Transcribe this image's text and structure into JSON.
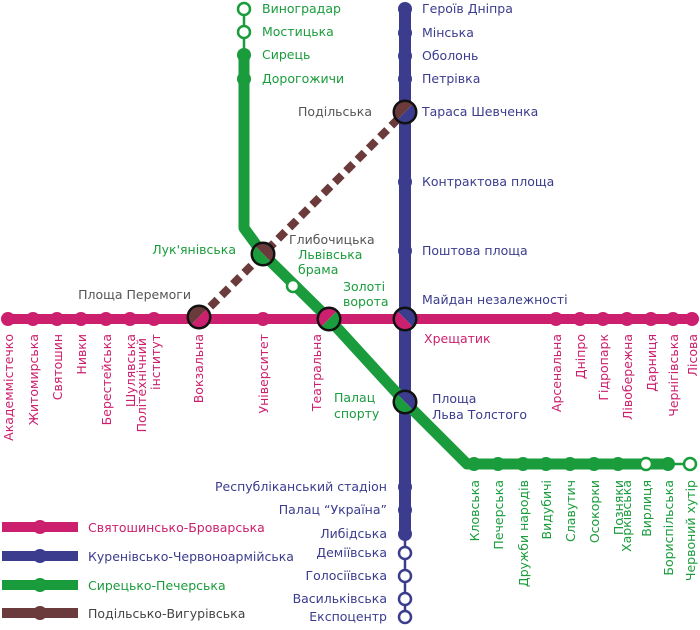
{
  "lines": [
    {
      "id": "red",
      "name": "Святошинсько-Броварська",
      "color": "#cc1f6e"
    },
    {
      "id": "blue",
      "name": "Куренівсько-Червоноармійська",
      "color": "#3b3c8d"
    },
    {
      "id": "green",
      "name": "Сирецько-Печерська",
      "color": "#1a9c3c"
    },
    {
      "id": "brown",
      "name": "Подільсько-Вигурівська",
      "color": "#6b3a3a"
    }
  ],
  "stations": {
    "red": [
      "Академмістечко",
      "Житомирська",
      "Святошин",
      "Нивки",
      "Берестейська",
      "Шулявська",
      "Політехнічний інститут",
      "Вокзальна",
      "Університет",
      "Театральна",
      "Хрещатик",
      "Арсенальна",
      "Дніпро",
      "Гідропарк",
      "Лівобережна",
      "Дарниця",
      "Чернігівська",
      "Лісова"
    ],
    "blue": [
      "Героїв Дніпра",
      "Мінська",
      "Оболонь",
      "Петрівка",
      "Тараса Шевченка",
      "Контрактова площа",
      "Поштова площа",
      "Майдан незалежності",
      "Площа Льва Толстого",
      "Республіканський стадіон",
      "Палац “Україна”",
      "Либідська",
      "Деміївська",
      "Голосіївська",
      "Васильківська",
      "Експоцентр"
    ],
    "green": [
      "Виноградар",
      "Мостицька",
      "Сирець",
      "Дорогожичи",
      "Лук'янівська",
      "Львівська брама",
      "Золоті ворота",
      "Палац спорту",
      "Кловська",
      "Печерська",
      "Дружби народів",
      "Видубичі",
      "Славутич",
      "Осокорки",
      "Позняки",
      "Харківська",
      "Вирлиця",
      "Бориспільська",
      "Червоний хутір"
    ],
    "brown": [
      "Подільська",
      "Глибочицька",
      "Площа Перемоги"
    ]
  }
}
